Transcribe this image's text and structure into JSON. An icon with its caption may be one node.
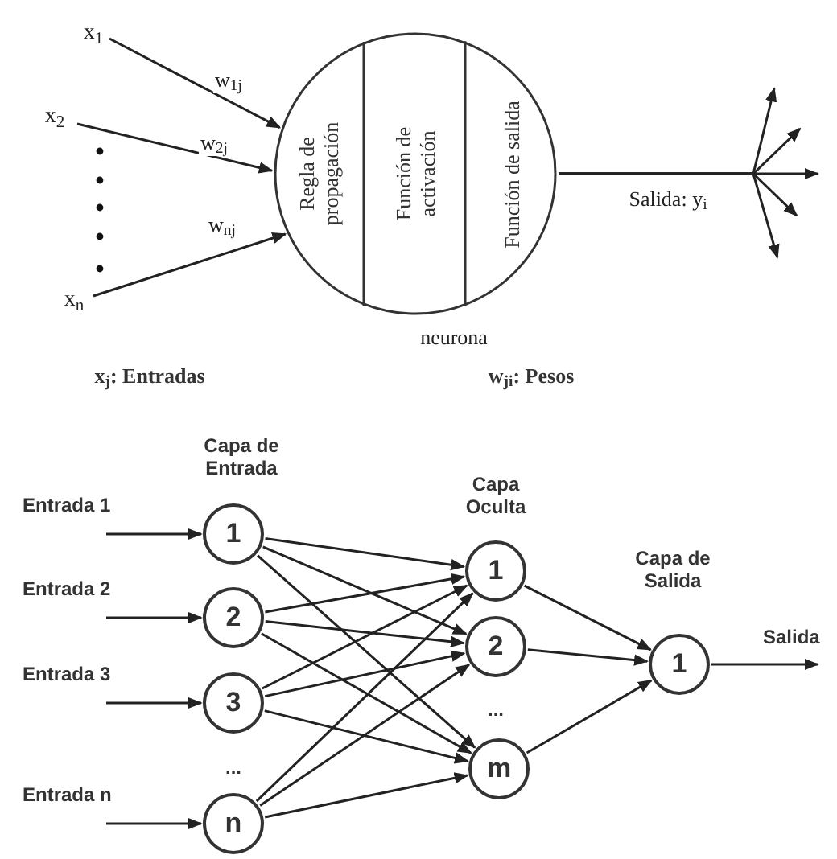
{
  "diagram": {
    "nodes": [
      {
        "text": [
          "x$_{1}$"
        ]
      },
      {
        "text": [
          "x$_{2}$"
        ]
      },
      {
        "text": [
          "x$_{n}$"
        ]
      },
      {
        "text": [],
        "shape": "circle",
        "beside": [
          "neurona"
        ]
      },
      {
        "text": [
          "Regla de propagación"
        ],
        "in": 3
      },
      {
        "text": [
          "Función de activación"
        ],
        "in": 3
      },
      {
        "text": [
          "Función de salida"
        ],
        "in": 3
      },
      {
        "text": [
          "Entrada 1"
        ]
      },
      {
        "text": [
          "Entrada 2"
        ]
      },
      {
        "text": [
          "Entrada 3"
        ]
      },
      {
        "text": [
          "Entrada n"
        ]
      },
      {
        "text": [
          "1"
        ]
      },
      {
        "text": [
          "2"
        ]
      },
      {
        "text": [
          "3"
        ]
      },
      {
        "text": [
          "n"
        ]
      },
      {
        "text": [
          "1"
        ]
      },
      {
        "text": [
          "2"
        ]
      },
      {
        "text": [
          "m"
        ]
      },
      {
        "text": [
          "1"
        ]
      },
      {
        "text": [
          "Salida"
        ]
      }
    ],
    "edges": [
      {
        "from": 0,
        "to": 3,
        "arrow": "to",
        "label": "w$_{1j}$"
      },
      {
        "from": 1,
        "to": 3,
        "arrow": "to",
        "label": "w$_{2j}$"
      },
      {
        "from": 2,
        "to": 3,
        "arrow": "to",
        "label": "w$_{nj}$"
      },
      {
        "from": 3,
        "to": null,
        "arrow": "to"
      },
      {
        "from": 3,
        "to": null,
        "arrow": "to"
      },
      {
        "from": 3,
        "to": null,
        "arrow": "to",
        "label": "Salida: y$_{i}$"
      },
      {
        "from": 3,
        "to": null,
        "arrow": "to"
      },
      {
        "from": 3,
        "to": null,
        "arrow": "to"
      },
      {
        "from": 7,
        "to": 11,
        "arrow": "to"
      },
      {
        "from": 8,
        "to": 12,
        "arrow": "to"
      },
      {
        "from": 9,
        "to": 13,
        "arrow": "to"
      },
      {
        "from": 10,
        "to": 14,
        "arrow": "to"
      },
      {
        "from": 11,
        "to": 15,
        "arrow": "to"
      },
      {
        "from": 11,
        "to": 16,
        "arrow": "to"
      },
      {
        "from": 11,
        "to": 17,
        "arrow": "to"
      },
      {
        "from": 12,
        "to": 15,
        "arrow": "to"
      },
      {
        "from": 12,
        "to": 16,
        "arrow": "to"
      },
      {
        "from": 12,
        "to": 17,
        "arrow": "to"
      },
      {
        "from": 13,
        "to": 15,
        "arrow": "to"
      },
      {
        "from": 13,
        "to": 16,
        "arrow": "to"
      },
      {
        "from": 13,
        "to": 17,
        "arrow": "to"
      },
      {
        "from": 14,
        "to": 15,
        "arrow": "to"
      },
      {
        "from": 14,
        "to": 16,
        "arrow": "to"
      },
      {
        "from": 14,
        "to": 17,
        "arrow": "to"
      },
      {
        "from": 15,
        "to": 18,
        "arrow": "to"
      },
      {
        "from": 16,
        "to": 18,
        "arrow": "to"
      },
      {
        "from": 17,
        "to": 18,
        "arrow": "to"
      },
      {
        "from": 18,
        "to": 19,
        "arrow": "to"
      }
    ],
    "labels": [
      "x$_{j}$: Entradas",
      "w$_{ji}$: Pesos",
      "Capa de Entrada",
      "Capa Oculta",
      "Capa de Salida",
      "...",
      "..."
    ]
  }
}
